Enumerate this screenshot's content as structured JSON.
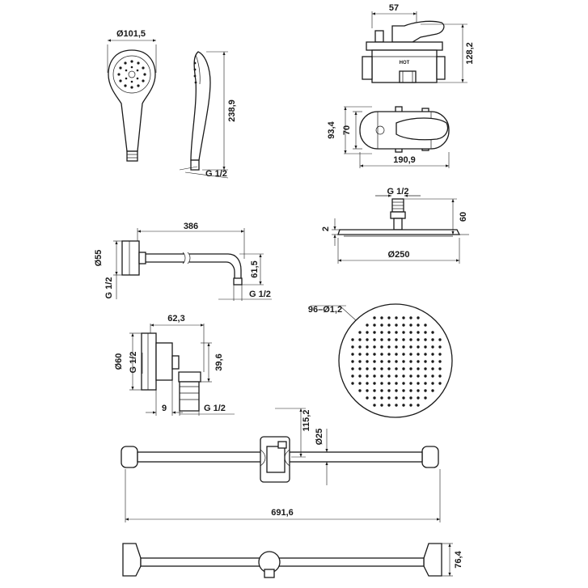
{
  "hand_shower": {
    "diameter": "Ø101,5",
    "length": "238,9",
    "thread": "G 1/2"
  },
  "mixer": {
    "depth": "57",
    "height": "128,2",
    "hot_label": "HOT",
    "outer_height": "93,4",
    "inner_height": "70",
    "width": "190,9"
  },
  "head_shower_side": {
    "thread": "G 1/2",
    "thickness": "2",
    "height": "60",
    "diameter": "Ø250"
  },
  "head_shower_front": {
    "nozzles": "96–Ø1,2"
  },
  "shower_arm": {
    "length": "386",
    "diameter": "Ø55",
    "thread_left": "G 1/2",
    "drop": "61,5",
    "thread_bottom": "G 1/2"
  },
  "wall_outlet": {
    "depth": "62,3",
    "diameter": "Ø60",
    "thread_side": "G 1/2",
    "height": "39,6",
    "offset": "9",
    "thread_bottom": "G 1/2"
  },
  "slide_rail": {
    "bracket_height": "115,2",
    "bar_diameter": "Ø25",
    "length": "691,6",
    "depth": "76,4"
  }
}
